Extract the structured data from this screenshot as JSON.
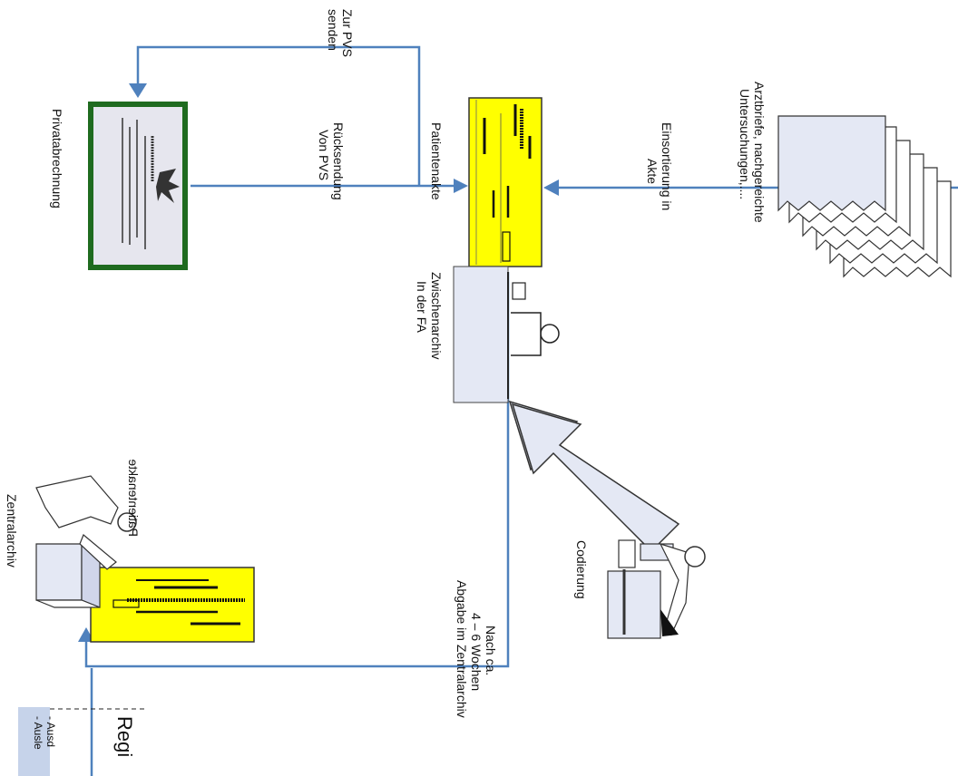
{
  "colors": {
    "arrow": "#4f81bd",
    "folder": "#ffff00",
    "folder_stroke": "#333333",
    "privat_border": "#1f6b1f",
    "box_fill": "#e4e8f4",
    "legend_fill": "#c6d3ea"
  },
  "labels": {
    "zur_pvs": [
      "Zur PVS",
      "senden"
    ],
    "privatabrechnung": "Privatabrechnung",
    "ruecksendung": [
      "Rücksendung",
      "Von PVS"
    ],
    "patientenakte": "Patientenakte",
    "einsortierung": [
      "Einsortierung in",
      "Akte"
    ],
    "arztbriefe": [
      "Arztbriefe, nachgereichte",
      "Untersuchungen,...."
    ],
    "zwischenarchiv": [
      "Zwischenarchiv",
      "In der FA"
    ],
    "codierung": "Codierung",
    "nach_ca": [
      "Nach ca.",
      "4 – 6 Wochen",
      "Abgabe im Zentralarchiv"
    ],
    "patientenakte_mirrored": "Patientenakte",
    "zentralarchiv": "Zentralarchiv",
    "legend_title": "Regi",
    "legend_items": [
      "- Ausd",
      "- Ausle"
    ]
  }
}
